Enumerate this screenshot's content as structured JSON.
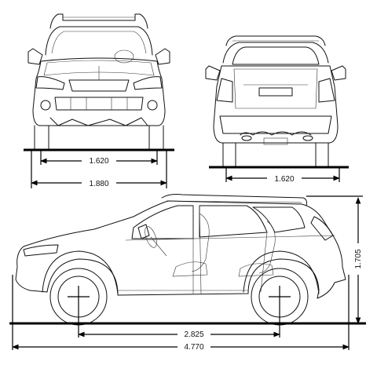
{
  "dimensions": {
    "front_track": "1.620",
    "front_width": "1.880",
    "rear_track": "1.620",
    "wheelbase": "2.825",
    "length": "4.770",
    "height": "1.705"
  }
}
